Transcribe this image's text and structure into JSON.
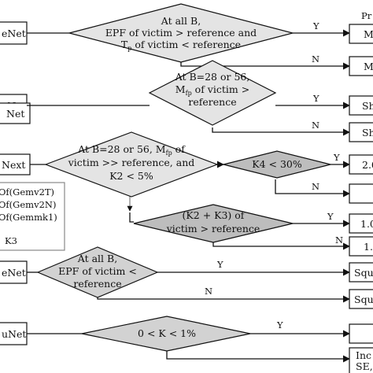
{
  "colors": {
    "decision_fill_light": "#e4e4e4",
    "decision_fill_mid": "#d2d2d2",
    "decision_fill_dark": "#bdbdbd",
    "stroke": "#111111",
    "background": "#ffffff"
  },
  "header": {
    "right_partial": "Pr"
  },
  "left_boxes": [
    {
      "label": "eNet"
    },
    {
      "label": "eNet"
    },
    {
      "label": "Net"
    },
    {
      "label": "Next"
    },
    {
      "label": "eNet"
    },
    {
      "label": "uNet"
    }
  ],
  "left_panel": {
    "lines": [
      "Of(Gemv2T)",
      "Of(Gemv2N)",
      "Of(Gemmk1)"
    ],
    "footer": "K3"
  },
  "decisions": {
    "d1": {
      "line1": "At all B,",
      "line2": "EPF of victim > reference and",
      "line3_main": "T",
      "line3_sub": "p",
      "line3_rest": " of victim < reference"
    },
    "d2": {
      "line1": "At B=28 or 56,",
      "line2_main": "M",
      "line2_sub": "fp",
      "line2_rest": " of victim >",
      "line3": "reference"
    },
    "d3": {
      "line1_pre": "At  B=28 or 56, M",
      "line1_sub": "fp",
      "line1_post": " of",
      "line2": "victim >> reference, and",
      "line3": "K2 < 5%"
    },
    "d4": {
      "label": "K4 < 30%"
    },
    "d5": {
      "line1": "(K2 + K3)  of",
      "line2": "victim > reference"
    },
    "d6": {
      "line1": "At all B,",
      "line2": "EPF of victim <",
      "line3": "reference"
    },
    "d7": {
      "label": "0 < K < 1%"
    }
  },
  "edge_labels": {
    "d1_yes": "Y",
    "d1_no": "N",
    "d2_yes": "Y",
    "d2_no": "N",
    "d3_yes": "Y",
    "d4_no": "N",
    "d5_yes": "Y",
    "d5_no": "N",
    "d6_yes": "Y",
    "d6_no": "N",
    "d7_yes": "Y"
  },
  "result_boxes": [
    {
      "label": "M"
    },
    {
      "label": "M"
    },
    {
      "label": "Sh"
    },
    {
      "label": "Sh"
    },
    {
      "label": "2.0"
    },
    {
      "label": ""
    },
    {
      "label": "1.0"
    },
    {
      "label": "1."
    },
    {
      "label": "Squ"
    },
    {
      "label": "Squ"
    },
    {
      "label": ""
    },
    {
      "label_line1": "Inc",
      "label_line2": "SE,"
    }
  ]
}
